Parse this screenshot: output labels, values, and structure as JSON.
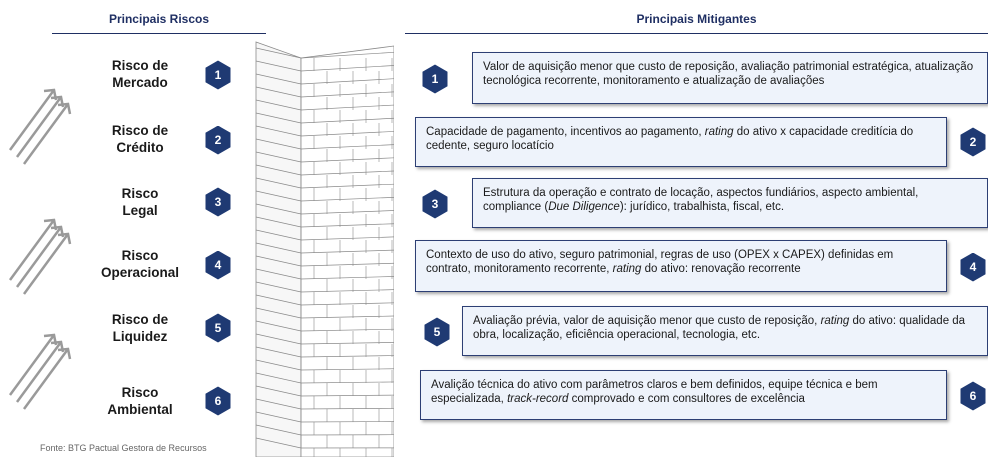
{
  "header": {
    "left_title": "Principais Riscos",
    "right_title": "Principais Mitigantes"
  },
  "risks": [
    {
      "number": "1",
      "line1": "Risco de",
      "line2": "Mercado"
    },
    {
      "number": "2",
      "line1": "Risco de",
      "line2": "Crédito"
    },
    {
      "number": "3",
      "line1": "Risco",
      "line2": "Legal"
    },
    {
      "number": "4",
      "line1": "Risco",
      "line2": "Operacional"
    },
    {
      "number": "5",
      "line1": "Risco de",
      "line2": "Liquidez"
    },
    {
      "number": "6",
      "line1": "Risco",
      "line2": "Ambiental"
    }
  ],
  "mitigants": [
    {
      "number": "1",
      "side": "left",
      "segments": [
        {
          "text": "Valor de aquisição menor que custo de reposição, avaliação patrimonial estratégica, atualização tecnológica recorrente, monitoramento e atualização de avaliações"
        }
      ]
    },
    {
      "number": "2",
      "side": "right",
      "segments": [
        {
          "text": "Capacidade de pagamento, incentivos ao pagamento, "
        },
        {
          "text": "rating",
          "italic": true
        },
        {
          "text": " do ativo x capacidade creditícia do cedente, seguro locatício"
        }
      ]
    },
    {
      "number": "3",
      "side": "left",
      "segments": [
        {
          "text": "Estrutura da operação e contrato de locação, aspectos fundiários, aspecto ambiental, compliance ("
        },
        {
          "text": "Due Diligence",
          "italic": true
        },
        {
          "text": "): jurídico, trabalhista, fiscal, etc."
        }
      ]
    },
    {
      "number": "4",
      "side": "right",
      "segments": [
        {
          "text": "Contexto de uso do ativo, seguro patrimonial, regras de uso (OPEX x CAPEX) definidas em contrato, monitoramento recorrente, "
        },
        {
          "text": "rating",
          "italic": true
        },
        {
          "text": " do ativo: renovação recorrente"
        }
      ]
    },
    {
      "number": "5",
      "side": "left",
      "segments": [
        {
          "text": "Avaliação prévia, valor de aquisição menor que custo de reposição, "
        },
        {
          "text": "rating",
          "italic": true
        },
        {
          "text": " do ativo: qualidade da obra, localização, eficiência operacional, tecnologia, etc."
        }
      ]
    },
    {
      "number": "6",
      "side": "right",
      "segments": [
        {
          "text": "Avalição técnica do ativo com parâmetros claros e bem definidos, equipe técnica e bem especializada, "
        },
        {
          "text": "track-record",
          "italic": true
        },
        {
          "text": " comprovado e com consultores de excelência"
        }
      ]
    }
  ],
  "footer": {
    "source": "Fonte: BTG Pactual Gestora de Recursos"
  },
  "colors": {
    "navy": "#1f2f63",
    "hex_fill": "#1f3a73",
    "box_fill": "#eef3fb",
    "box_border": "#2d3f74",
    "wall_line": "#8a8a8a",
    "arrow": "#9a9a9a"
  }
}
